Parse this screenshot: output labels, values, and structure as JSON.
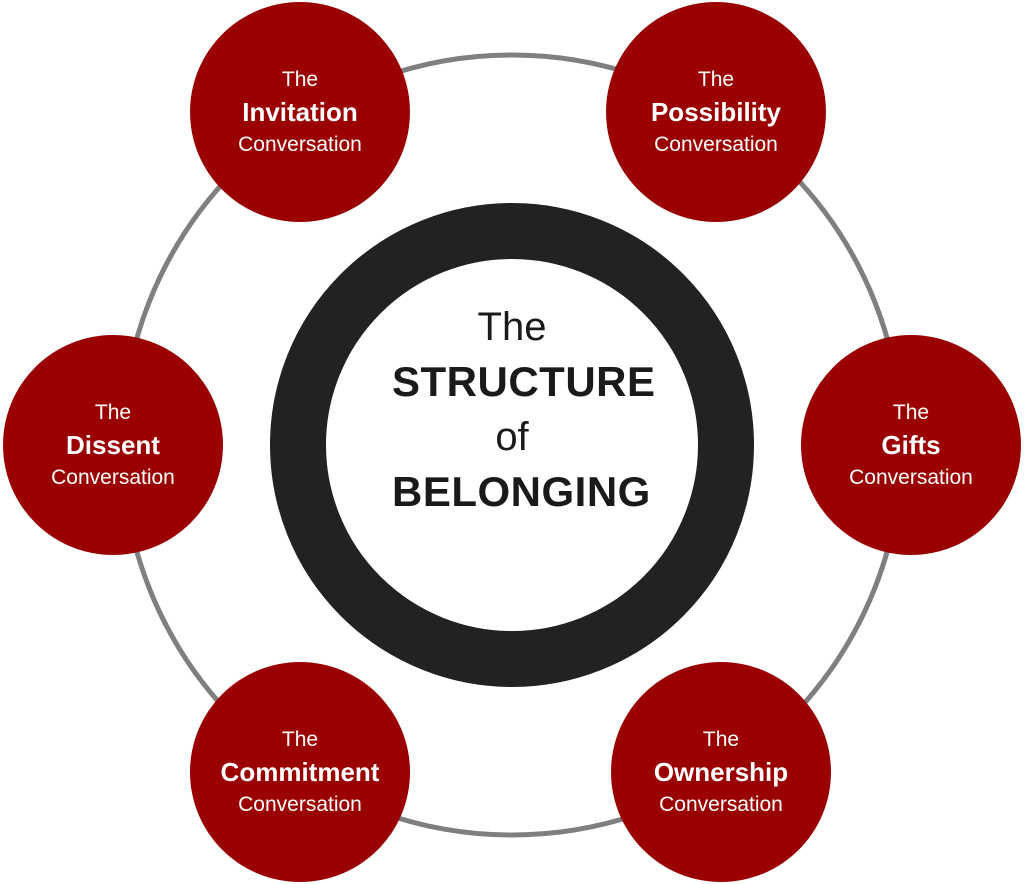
{
  "center": {
    "line1": "The",
    "line2": "STRUCTURE",
    "line3": "of",
    "line4": "BELONGING"
  },
  "nodes": [
    {
      "prefix": "The",
      "name": "Invitation",
      "suffix": "Conversation"
    },
    {
      "prefix": "The",
      "name": "Possibility",
      "suffix": "Conversation"
    },
    {
      "prefix": "The",
      "name": "Dissent",
      "suffix": "Conversation"
    },
    {
      "prefix": "The",
      "name": "Gifts",
      "suffix": "Conversation"
    },
    {
      "prefix": "The",
      "name": "Commitment",
      "suffix": "Conversation"
    },
    {
      "prefix": "The",
      "name": "Ownership",
      "suffix": "Conversation"
    }
  ],
  "colors": {
    "node_fill": "#9a0000",
    "center_ring": "#222222",
    "orbit_line": "#7f7f7f",
    "text_dark": "#1a1a1a",
    "text_light": "#ffffff"
  }
}
